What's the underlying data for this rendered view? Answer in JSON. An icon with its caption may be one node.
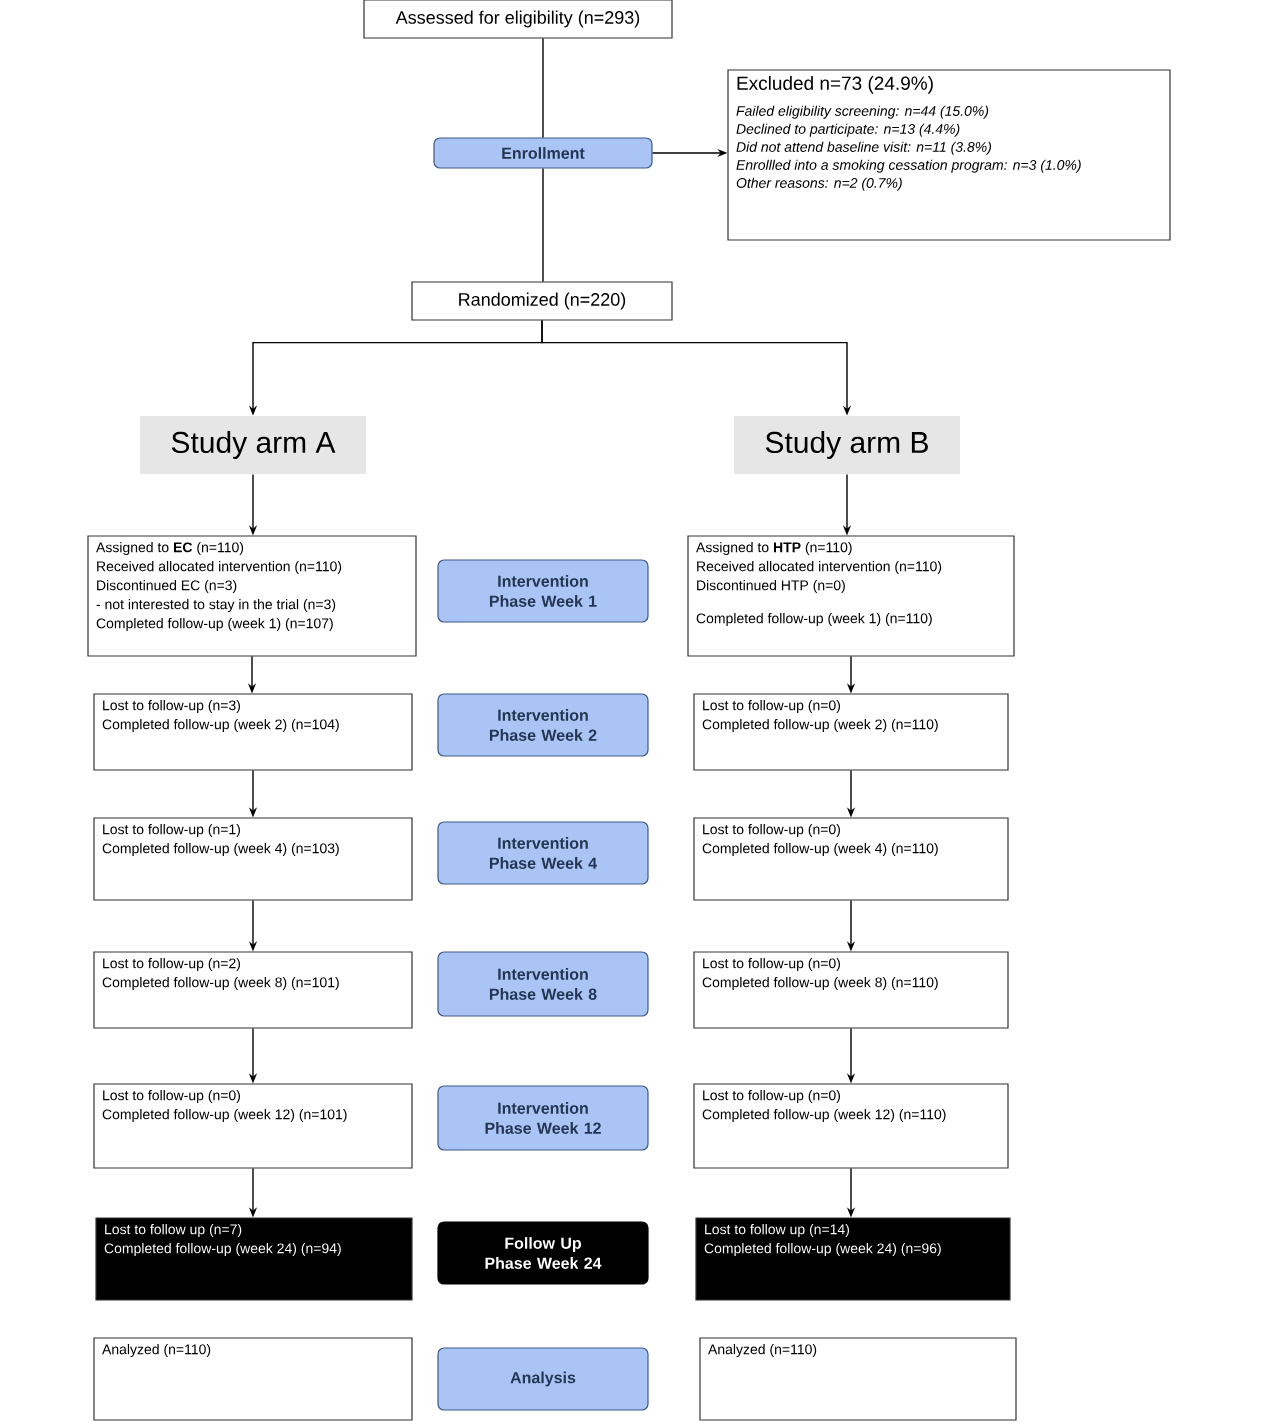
{
  "diagram": {
    "nodes": [
      {
        "text": [
          "Assessed for eligibility (n=293)"
        ]
      },
      {
        "text": [
          "Enrollment"
        ]
      },
      {
        "text": [
          "Excluded n=73 (24.9%)",
          "Failed eligibility screening: n=44 (15.0%)",
          "Declined to participate: n=13 (4.4%)",
          "Did not attend baseline visit: n=11 (3.8%)",
          "Enrollled into a smoking cessation program: n=3 (1.0%)",
          "Other reasons: n=2 (0.7%)"
        ]
      },
      {
        "text": [
          "Randomized (n=220)"
        ]
      },
      {
        "text": [
          "Study arm A"
        ]
      },
      {
        "text": [
          "Study arm B"
        ]
      },
      {
        "text": [
          "Assigned to **EC** (n=110)",
          "Received allocated intervention (n=110)",
          "Discontinued EC (n=3)",
          "- not interested to stay in the trial (n=3)",
          "Completed follow-up (week 1) (n=107)"
        ]
      },
      {
        "text": [
          "Intervention Phase Week 1"
        ]
      },
      {
        "text": [
          "Assigned to **HTP** (n=110)",
          "Received allocated intervention (n=110)",
          "Discontinued HTP (n=0)",
          "Completed follow-up (week 1) (n=110)"
        ]
      },
      {
        "text": [
          "Lost to follow-up (n=3)",
          "Completed follow-up (week 2) (n=104)"
        ]
      },
      {
        "text": [
          "Intervention Phase Week 2"
        ]
      },
      {
        "text": [
          "Lost to follow-up (n=0)",
          "Completed follow-up (week 2) (n=110)"
        ]
      },
      {
        "text": [
          "Lost to follow-up (n=1)",
          "Completed follow-up (week 4) (n=103)"
        ]
      },
      {
        "text": [
          "Intervention Phase Week 4"
        ]
      },
      {
        "text": [
          "Lost to follow-up (n=0)",
          "Completed follow-up (week 4) (n=110)"
        ]
      },
      {
        "text": [
          "Lost to follow-up (n=2)",
          "Completed follow-up (week 8) (n=101)"
        ]
      },
      {
        "text": [
          "Intervention Phase Week 8"
        ]
      },
      {
        "text": [
          "Lost to follow-up (n=0)",
          "Completed follow-up (week 8) (n=110)"
        ]
      },
      {
        "text": [
          "Lost to follow-up (n=0)",
          "Completed follow-up (week 12) (n=101)"
        ]
      },
      {
        "text": [
          "Intervention Phase Week 12"
        ]
      },
      {
        "text": [
          "Lost to follow-up (n=0)",
          "Completed follow-up (week 12) (n=110)"
        ]
      },
      {
        "text": [
          "Lost to follow up (n=7)",
          "Completed follow-up (week 24) (n=94)"
        ]
      },
      {
        "text": [
          "Follow Up Phase Week 24"
        ]
      },
      {
        "text": [
          "Lost to follow up (n=14)",
          "Completed follow-up (week 24) (n=96)"
        ]
      },
      {
        "text": [
          "Analyzed (n=110)"
        ]
      },
      {
        "text": [
          "Analysis"
        ]
      },
      {
        "text": [
          "Analyzed (n=110)"
        ]
      }
    ],
    "edges": [
      {
        "from": 0,
        "to": 1,
        "arrow": "none"
      },
      {
        "from": 1,
        "to": 3,
        "arrow": "none"
      },
      {
        "from": 1,
        "to": 2,
        "arrow": "to"
      },
      {
        "from": 3,
        "to": 4,
        "arrow": "to"
      },
      {
        "from": 3,
        "to": 5,
        "arrow": "to"
      },
      {
        "from": 4,
        "to": 6,
        "arrow": "to"
      },
      {
        "from": 5,
        "to": 8,
        "arrow": "to"
      },
      {
        "from": 6,
        "to": 9,
        "arrow": "to"
      },
      {
        "from": 9,
        "to": 12,
        "arrow": "to"
      },
      {
        "from": 12,
        "to": 15,
        "arrow": "to"
      },
      {
        "from": 15,
        "to": 18,
        "arrow": "to"
      },
      {
        "from": 18,
        "to": 21,
        "arrow": "to"
      },
      {
        "from": 8,
        "to": 11,
        "arrow": "to"
      },
      {
        "from": 11,
        "to": 14,
        "arrow": "to"
      },
      {
        "from": 14,
        "to": 17,
        "arrow": "to"
      },
      {
        "from": 17,
        "to": 20,
        "arrow": "to"
      },
      {
        "from": 20,
        "to": 23,
        "arrow": "to"
      }
    ]
  }
}
